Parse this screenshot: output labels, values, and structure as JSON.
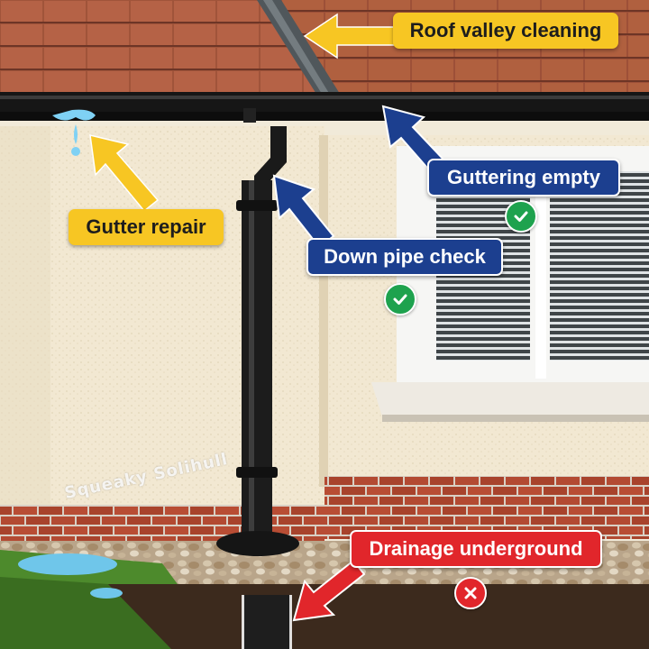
{
  "labels": {
    "roof_valley": "Roof valley cleaning",
    "guttering": "Guttering empty",
    "gutter_repair": "Gutter repair",
    "down_pipe": "Down pipe check",
    "drainage": "Drainage underground"
  },
  "watermark": "Squeaky Solihull",
  "statuses": {
    "guttering": "check",
    "down_pipe": "check",
    "drainage": "cross"
  },
  "colors": {
    "yellow_tag": "#f7c623",
    "blue_tag": "#1c3f8f",
    "red_tag": "#e1262b",
    "check_green": "#1ea24e"
  },
  "icons": [
    "check-icon",
    "cross-icon",
    "arrow-icon"
  ]
}
